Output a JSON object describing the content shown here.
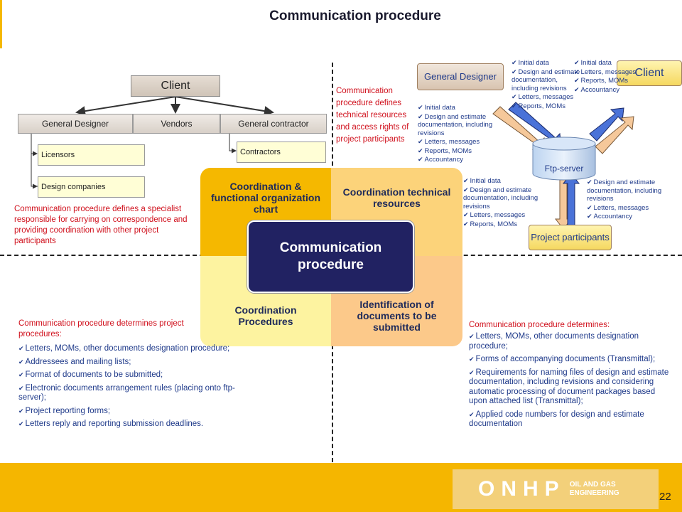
{
  "title": "Communication procedure",
  "org": {
    "client": "Client",
    "general_designer": "General Designer",
    "vendors": "Vendors",
    "general_contractor": "General contractor",
    "licensors": "Licensors",
    "design_companies": "Design companies",
    "contractors": "Contractors"
  },
  "notes": {
    "left_top": "Communication procedure defines a specialist responsible for carrying on correspondence and providing coordination with other project participants",
    "middle_top": "Communication procedure defines technical resources and access rights of project participants"
  },
  "quadrants": {
    "top_left": "Coordination & functional organization chart",
    "top_right": "Coordination technical resources",
    "bottom_left": "Coordination Procedures",
    "bottom_right": "Identification of documents to be submitted",
    "center": "Communication procedure"
  },
  "ftp": {
    "general_designer": "General Designer",
    "client": "Client",
    "server": "Ftp-server",
    "participants": "Project participants",
    "gd_to_server": [
      "Initial data",
      "Design and estimate documentation, including revisions",
      "Letters, messages",
      "Reports, MOMs",
      "Accountancy"
    ],
    "server_to_gd": [
      "Initial data",
      "Design and estimate documentation, including revisions",
      "Letters, messages",
      "Reports, MOMs"
    ],
    "client_to_server": [
      "Initial data",
      "Letters, messages",
      "Reports, MOMs",
      "Accountancy"
    ],
    "participants_left": [
      "Initial data",
      "Design and estimate documentation, including revisions",
      "Letters, messages",
      "Reports, MOMs"
    ],
    "participants_right": [
      "Design and estimate documentation, including revisions",
      "Letters, messages",
      "Accountancy"
    ]
  },
  "bottom_left": {
    "heading": "Communication procedure determines project procedures:",
    "items": [
      "Letters, MOMs, other documents designation procedure;",
      "Addressees and mailing lists;",
      "Format of documents to be submitted;",
      "Electronic documents arrangement rules (placing onto ftp-server);",
      "Project reporting forms;",
      "Letters reply and reporting submission deadlines."
    ]
  },
  "bottom_right": {
    "heading": "Communication procedure determines:",
    "items": [
      "Letters, MOMs, other documents designation procedure;",
      "Forms of accompanying documents (Transmittal);",
      "Requirements for naming files of design and estimate documentation, including revisions and considering automatic processing of document packages based upon attached list (Transmittal);",
      "Applied code numbers for design and estimate documentation"
    ]
  },
  "footer": {
    "logo_text": "ONHP",
    "logo_sub1": "OIL AND GAS",
    "logo_sub2": "ENGINEERING",
    "page_number": "22"
  }
}
